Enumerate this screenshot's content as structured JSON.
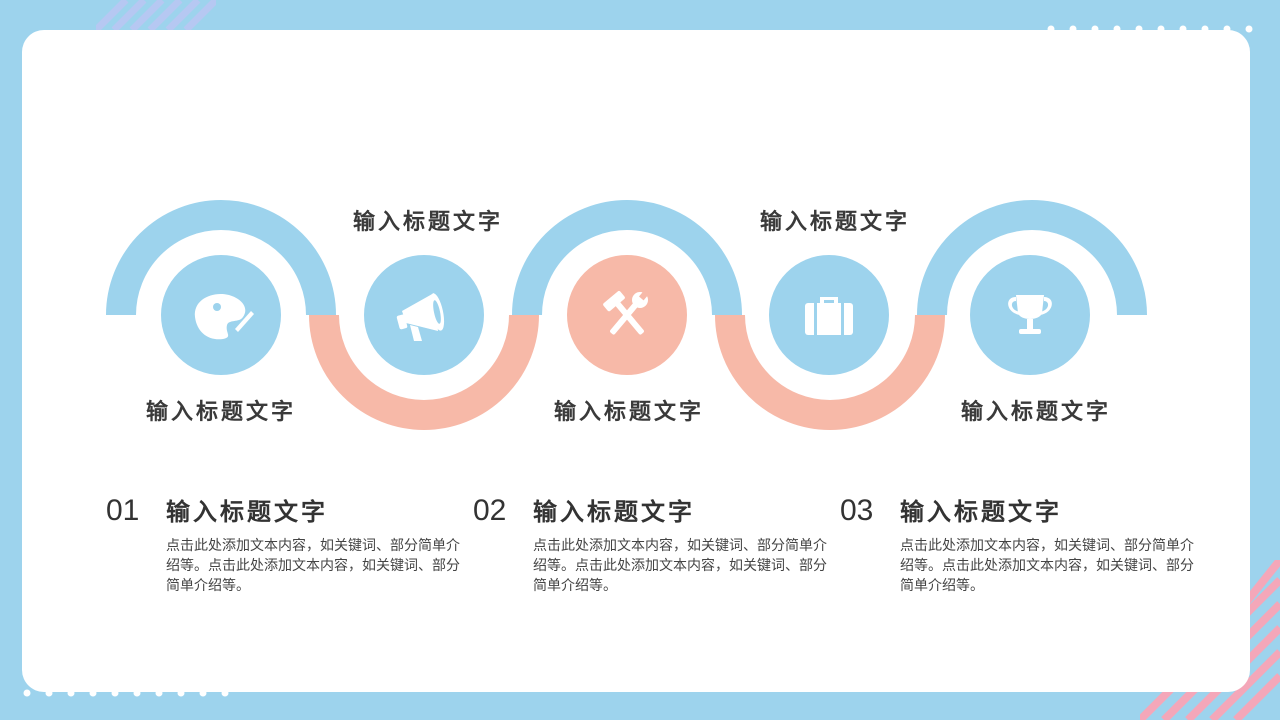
{
  "colors": {
    "background": "#9dd3ed",
    "card": "#ffffff",
    "blue": "#9dd3ed",
    "pink": "#f7b9a8",
    "stripe_pink": "#f4a7b9",
    "text_dark": "#333333"
  },
  "circles": [
    {
      "label": "输入标题文字",
      "icon": "palette-icon",
      "color": "blue"
    },
    {
      "label": "输入标题文字",
      "icon": "megaphone-icon",
      "color": "blue"
    },
    {
      "label": "输入标题文字",
      "icon": "tools-icon",
      "color": "pink"
    },
    {
      "label": "输入标题文字",
      "icon": "briefcase-icon",
      "color": "blue"
    },
    {
      "label": "输入标题文字",
      "icon": "trophy-icon",
      "color": "blue"
    }
  ],
  "steps": [
    {
      "number": "01",
      "title": "输入标题文字",
      "body": "点击此处添加文本内容，如关键词、部分简单介绍等。点击此处添加文本内容，如关键词、部分简单介绍等。"
    },
    {
      "number": "02",
      "title": "输入标题文字",
      "body": "点击此处添加文本内容，如关键词、部分简单介绍等。点击此处添加文本内容，如关键词、部分简单介绍等。"
    },
    {
      "number": "03",
      "title": "输入标题文字",
      "body": "点击此处添加文本内容，如关键词、部分简单介绍等。点击此处添加文本内容，如关键词、部分简单介绍等。"
    }
  ]
}
